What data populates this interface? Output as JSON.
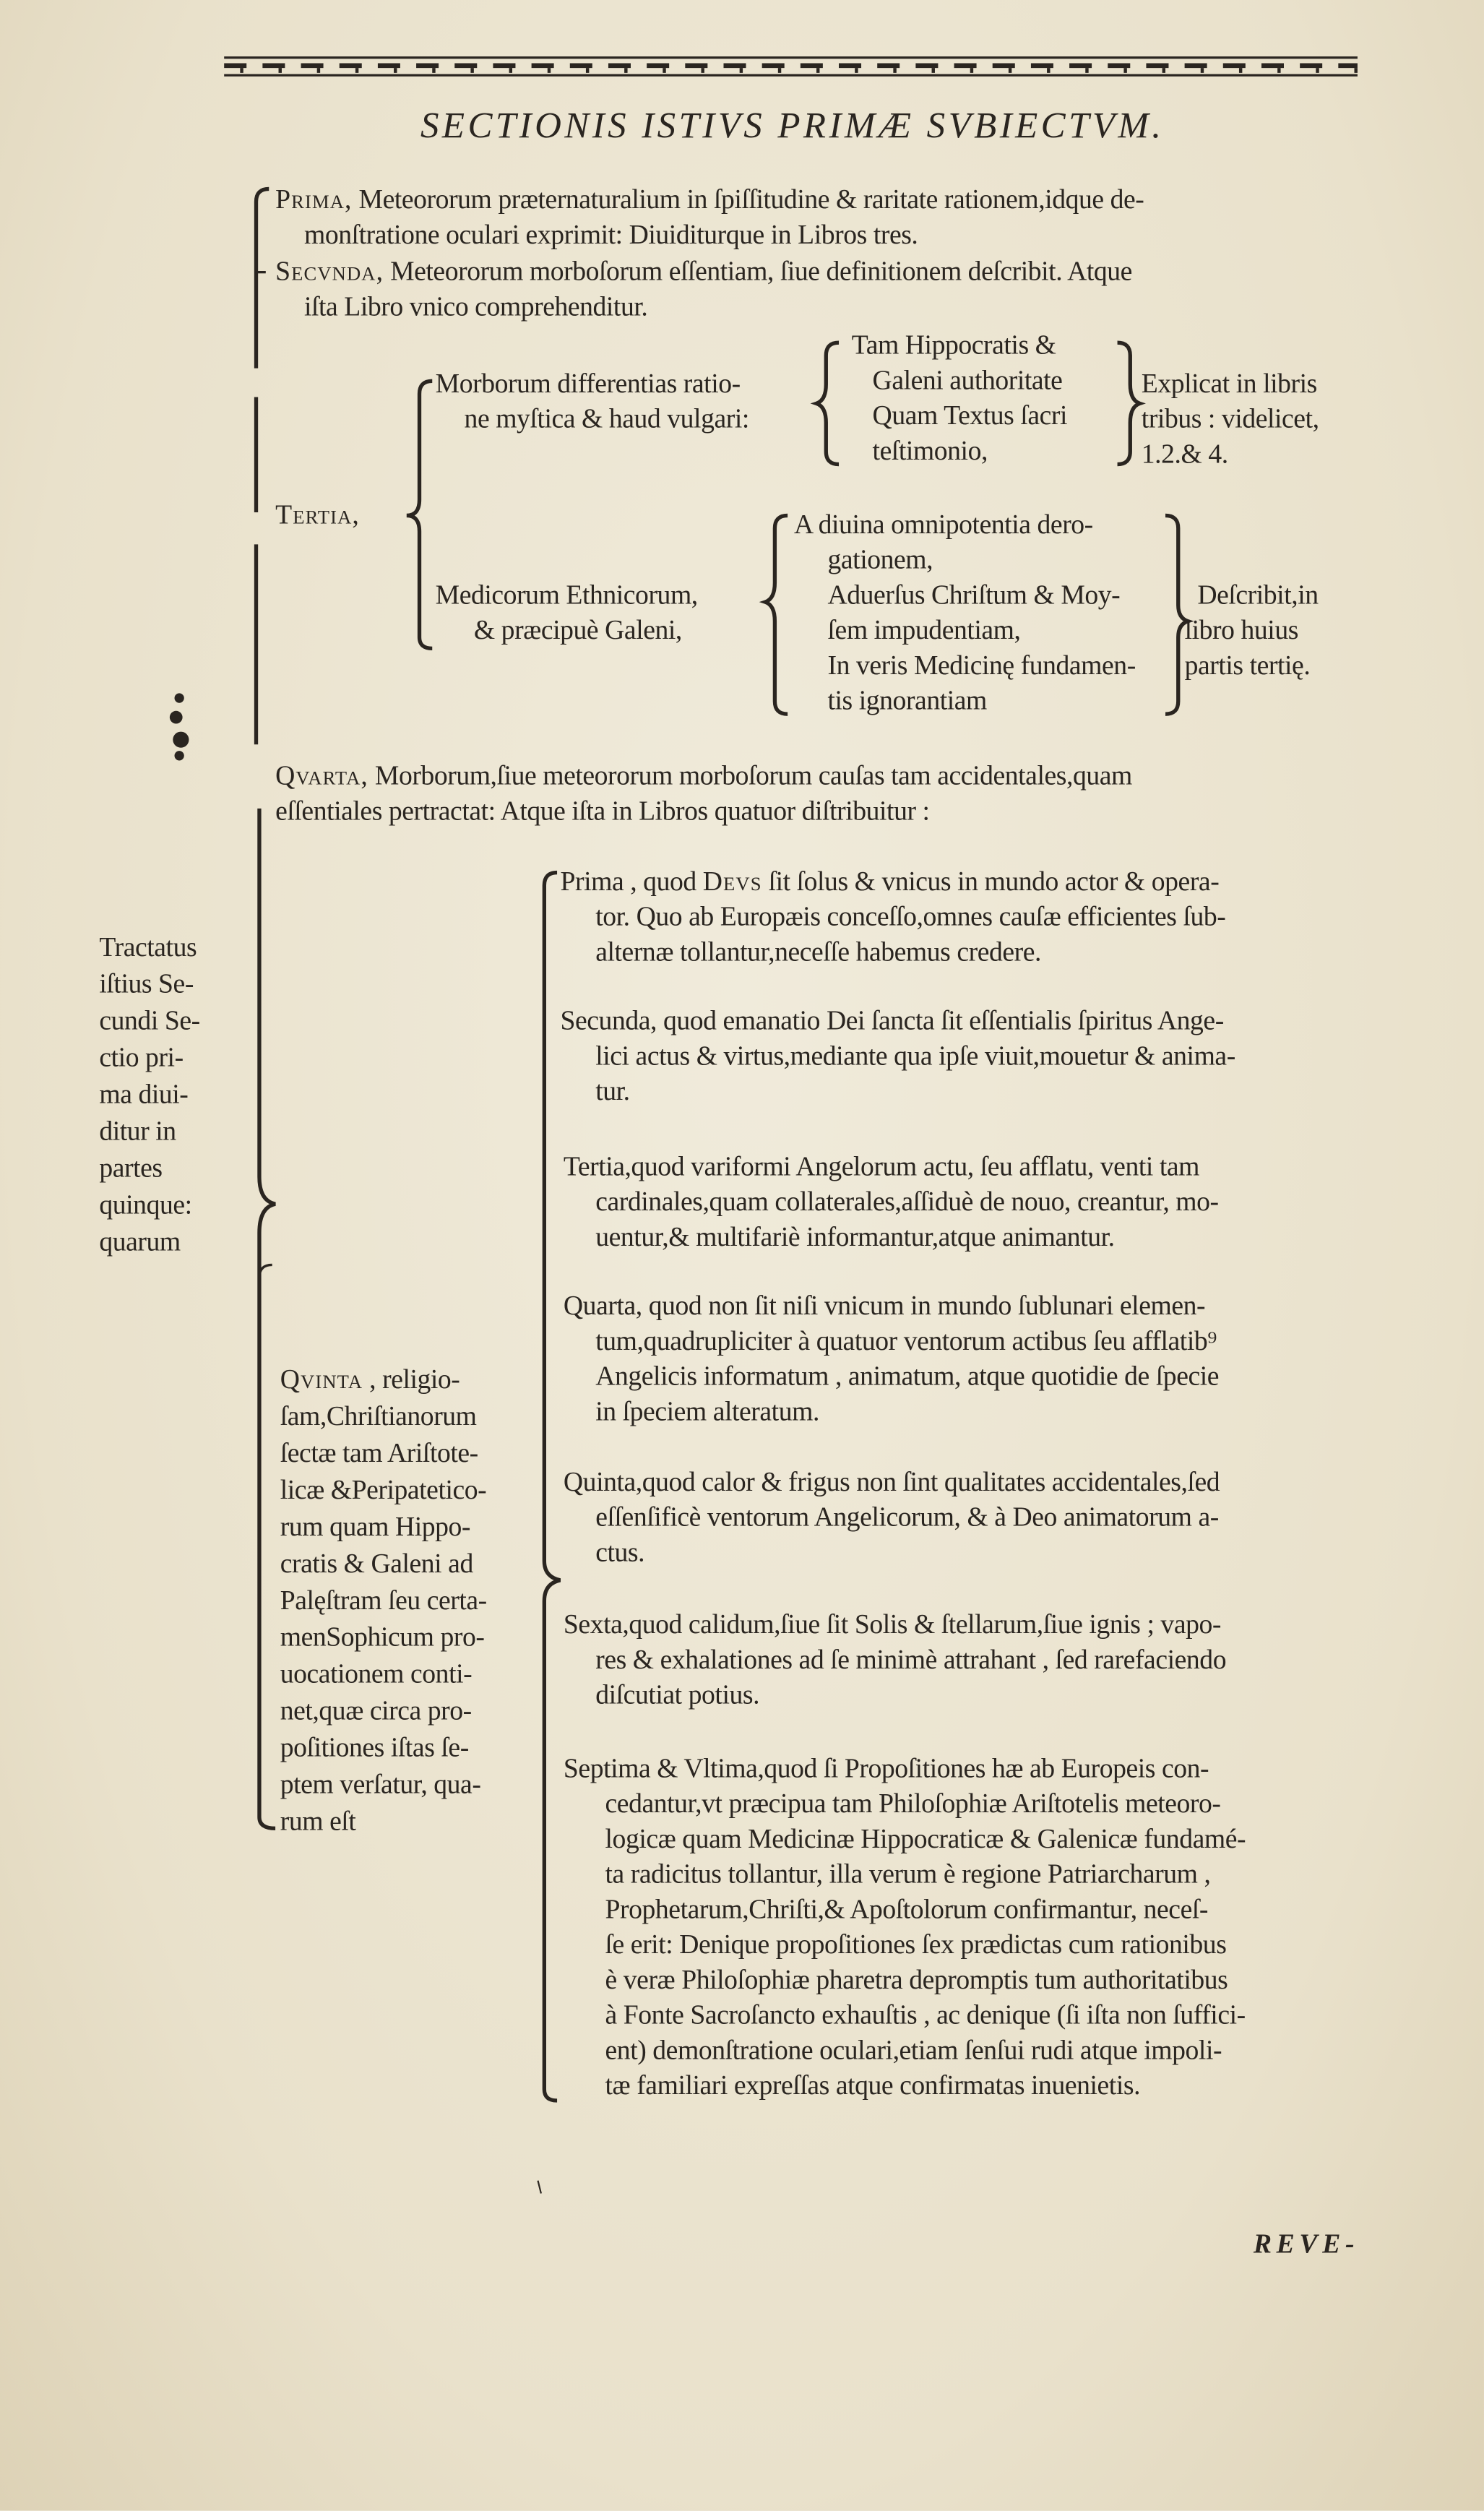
{
  "header": {
    "title": "SECTIONIS ISTIVS PRIMÆ SVBIECTVM."
  },
  "blocks": {
    "prima": [
      {
        "sc": "Prima,",
        "t": " Meteororum præternaturalium in ſpiſſitudine & raritate rationem,idque de-"
      },
      "monſtratione oculari exprimit: Diuiditurque in Libros tres."
    ],
    "secunda": [
      {
        "sc": "Secvnda,",
        "t": " Meteororum morboſorum eſſentiam, ſiue definitionem deſcribit.  Atque"
      },
      "iſta Libro vnico comprehenditur."
    ],
    "tertia_label": [
      {
        "sc": "Tertia,",
        "t": ""
      }
    ],
    "morborum": [
      "Morborum differentias ratio-",
      "ne myſtica & haud vulgari:"
    ],
    "tam": [
      "Tam Hippocratis &",
      "Galeni authoritate",
      "Quam  Textus  ſacri",
      "teſtimonio,"
    ],
    "explicat": [
      "Explicat in libris",
      "tribus : videlicet,",
      "1.2.& 4."
    ],
    "medicorum": [
      "Medicorum Ethnicorum,",
      "& præcipuè Galeni,"
    ],
    "diuina": [
      "A diuina omnipotentia dero-",
      "gationem,",
      "Aduerſus Chriſtum & Moy-",
      "ſem impudentiam,",
      "In veris Medicinę fundamen-",
      "tis ignorantiam"
    ],
    "describit": [
      "Deſcribit,in",
      "libro huius",
      "partis tertię."
    ],
    "quarta": [
      {
        "sc": "Qvarta,",
        "t": " Morborum,ſiue meteororum morboſorum cauſas tam accidentales,quam"
      },
      "eſſentiales pertractat: Atque iſta in Libros quatuor diſtribuitur :"
    ],
    "tractatus": [
      "Tractatus",
      "iſtius Se-",
      "cundi Se-",
      "ctio pri-",
      "ma diui-",
      "ditur in",
      "partes",
      "quinque:",
      "quarum"
    ],
    "quinta_col": [
      {
        "sc": "Qvinta",
        "t": " ,  religio-"
      },
      "ſam,Chriſtianorum",
      "ſectæ tam Ariſtote-",
      "licæ &Peripatetico-",
      "rum quam Hippo-",
      "cratis & Galeni ad",
      "Palęſtram ſeu certa-",
      "menSophicum pro-",
      "uocationem  conti-",
      "net,quæ circa pro-",
      "poſitiones iſtas ſe-",
      "ptem verſatur, qua-",
      "rum eſt"
    ],
    "p1": [
      {
        "t": "Prima , quod ",
        "sc": "Devs",
        "t2": " ſit ſolus & vnicus in mundo actor & opera-"
      },
      "tor.  Quo ab Europæis conceſſo,omnes cauſæ efficientes ſub-",
      "alternæ tollantur,neceſſe habemus credere."
    ],
    "p2": [
      "Secunda, quod emanatio Dei ſancta ſit eſſentialis ſpiritus Ange-",
      "lici actus & virtus,mediante qua ipſe viuit,mouetur & anima-",
      "tur."
    ],
    "p3": [
      "Tertia,quod variformi Angelorum actu, ſeu afflatu, venti tam",
      "cardinales,quam collaterales,aſſiduè de nouo, creantur, mo-",
      "uentur,& multifariè informantur,atque animantur."
    ],
    "p4": [
      "Quarta, quod non ſit niſi vnicum in mundo ſublunari elemen-",
      "tum,quadrupliciter à quatuor ventorum actibus ſeu afflatib⁹",
      "Angelicis informatum , animatum, atque quotidie de ſpecie",
      "in ſpeciem alteratum."
    ],
    "p5": [
      "Quinta,quod calor & frigus non ſint qualitates accidentales,ſed",
      "eſſenſificè ventorum Angelicorum, & à Deo animatorum a-",
      "ctus."
    ],
    "p6": [
      "Sexta,quod calidum,ſiue ſit Solis & ſtellarum,ſiue ignis ;  vapo-",
      "res & exhalationes ad ſe minimè attrahant , ſed rarefaciendo",
      "diſcutiat potius."
    ],
    "p7": [
      "Septima & Vltima,quod ſi Propoſitiones hæ ab Europeis con-",
      "cedantur,vt præcipua tam Philoſophiæ Ariſtotelis meteoro-",
      "logicæ quam Medicinæ Hippocraticæ & Galenicæ fundamé-",
      "ta radicitus tollantur,  illa verum è regione Patriarcharum ,",
      "Prophetarum,Chriſti,& Apoſtolorum confirmantur, neceſ-",
      "ſe erit: Denique propoſitiones ſex prædictas cum rationibus",
      "è veræ Philoſophiæ pharetra depromptis tum authoritatibus",
      "à Fonte Sacroſancto exhauſtis , ac denique (ſi iſta non ſuffici-",
      "ent) demonſtratione oculari,etiam ſenſui rudi atque impoli-",
      "tæ familiari expreſſas atque confirmatas inuenietis."
    ]
  },
  "catchword": "REVE-",
  "colors": {
    "paper": "#ece5d1",
    "ink": "#2a2520"
  }
}
